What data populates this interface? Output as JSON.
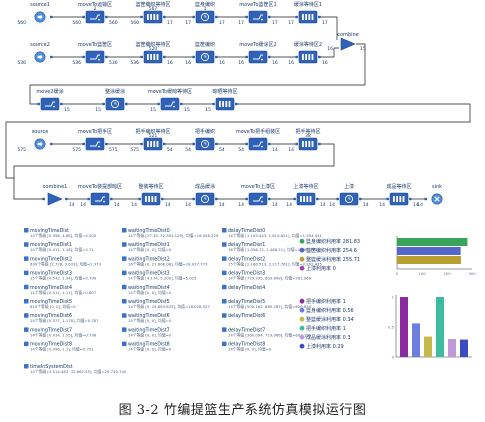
{
  "caption": "图 3-2 竹编提篮生产系统仿真模拟运行图",
  "rows": [
    {
      "blocks": [
        {
          "label": "source1",
          "kind": "source",
          "top": "",
          "left": "560",
          "right": ""
        },
        {
          "label": "moveTo运输区",
          "kind": "move",
          "top": "2",
          "left": "560",
          "right": "560"
        },
        {
          "label": "篮筐编织等待区",
          "kind": "queue",
          "top": "567",
          "left": "560",
          "right": "17"
        },
        {
          "label": "篮身编织",
          "kind": "delay",
          "top": "1",
          "left": "17",
          "right": "17"
        },
        {
          "label": "moveTo篮筐区1",
          "kind": "move",
          "top": "",
          "left": "17",
          "right": "17"
        },
        {
          "label": "缓涂等待区1",
          "kind": "queue",
          "top": "",
          "left": "17",
          "right": "17"
        }
      ]
    },
    {
      "blocks": [
        {
          "label": "source2",
          "kind": "source",
          "top": "",
          "left": "536",
          "right": ""
        },
        {
          "label": "moveTo篮筐区",
          "kind": "move",
          "top": "",
          "left": "536",
          "right": "536"
        },
        {
          "label": "篮筐编织等待区",
          "kind": "queue",
          "top": "520",
          "left": "536",
          "right": "16"
        },
        {
          "label": "篮筐编织",
          "kind": "delay",
          "top": "",
          "left": "16",
          "right": "16"
        },
        {
          "label": "moveTo缓涂区2",
          "kind": "move",
          "top": "",
          "left": "16",
          "right": "16"
        },
        {
          "label": "缓涂等待区2",
          "kind": "queue",
          "top": "",
          "left": "16",
          "right": "16"
        }
      ],
      "combine": {
        "label": "combine",
        "left": "16",
        "right": "15"
      }
    },
    {
      "blocks": [
        {
          "label": "move2缓涂",
          "kind": "move",
          "top": "",
          "left": "",
          "right": "15"
        },
        {
          "label": "整涂缓涂",
          "kind": "delay",
          "top": "",
          "left": "15",
          "right": ""
        },
        {
          "label": "moveTo缓晾等待区",
          "kind": "move",
          "top": "",
          "left": "15",
          "right": "15"
        },
        {
          "label": "晾晒等待区",
          "kind": "queue",
          "top": "",
          "left": "15",
          "right": ""
        }
      ]
    },
    {
      "blocks": [
        {
          "label": "source",
          "kind": "source",
          "top": "",
          "left": "575",
          "right": ""
        },
        {
          "label": "moveTo把手区",
          "kind": "move",
          "top": "",
          "left": "575",
          "right": "575"
        },
        {
          "label": "把手编织等待区",
          "kind": "queue",
          "top": "521",
          "left": "575",
          "right": "54"
        },
        {
          "label": "把手编织",
          "kind": "delay",
          "top": "",
          "left": "54",
          "right": "54"
        },
        {
          "label": "moveTo把手组装区",
          "kind": "move",
          "top": "",
          "left": "54",
          "right": "14"
        },
        {
          "label": "把手等待区",
          "kind": "queue",
          "top": "38",
          "left": "14",
          "right": ""
        }
      ]
    },
    {
      "blocks": [
        {
          "label": "combine1",
          "kind": "combine",
          "top": "",
          "left": "",
          "right": "14"
        },
        {
          "label": "moveTo装提部晾区",
          "kind": "move",
          "top": "",
          "left": "14",
          "right": "14"
        },
        {
          "label": "整装等待区",
          "kind": "queue",
          "top": "",
          "left": "14",
          "right": "14"
        },
        {
          "label": "成品缓涂",
          "kind": "delay",
          "top": "",
          "left": "14",
          "right": "14"
        },
        {
          "label": "moveTo上漆区",
          "kind": "move",
          "top": "",
          "left": "14",
          "right": "14"
        },
        {
          "label": "上漆等待区",
          "kind": "queue",
          "top": "",
          "left": "14",
          "right": "14"
        },
        {
          "label": "上漆",
          "kind": "delay",
          "top": "",
          "left": "14",
          "right": "14"
        },
        {
          "label": "成品等待区",
          "kind": "queue",
          "top": "",
          "left": "14",
          "right": "14"
        },
        {
          "label": "sink",
          "kind": "sink",
          "top": "",
          "left": "14",
          "right": ""
        }
      ]
    }
  ],
  "stats": {
    "col1": [
      {
        "name": "movingTimeDist",
        "value": "14个等级 [0.398, 4.86], 均值=4.205"
      },
      {
        "name": "movingTimeDist1",
        "value": "14个等级 [0.411, 1.18], 均值=0.71"
      },
      {
        "name": "movingTimeDist2",
        "value": "639个等级 [2.728, 3.633], 均值=2.373"
      },
      {
        "name": "movingTimeDist3",
        "value": "15个等级 [0.542, 1.34], 均值=0.799"
      },
      {
        "name": "movingTimeDist4",
        "value": "14个等级 [0.511, 1.11], 均值=0.807"
      },
      {
        "name": "movingTimeDist5",
        "value": "610个等级 [0, 0], 均值=0"
      },
      {
        "name": "movingTimeDist6",
        "value": "14个等级 [0.377, 1.178], 均值=0.787"
      },
      {
        "name": "movingTimeDist7",
        "value": "14个等级 [0.414, 1.05], 均值=0.736"
      },
      {
        "name": "movingTimeDist8",
        "value": "14个等级 [0.496, 1.1], 均值=0.701"
      }
    ],
    "col2": [
      {
        "name": "waitingTimeDist0",
        "value": "14个等级 [27.35, 32.393.129], 均值=16.058.329"
      },
      {
        "name": "waitingTimeDist1",
        "value": "14个等级 [0, 0], 均值=0"
      },
      {
        "name": "waitingTimeDist2",
        "value": "16个等级 [0, 21.866.08], 均值=18.937.773"
      },
      {
        "name": "waitingTimeDist3",
        "value": "14个等级 [4.174, 5.209], 均值=5.015"
      },
      {
        "name": "waitingTimeDist4",
        "value": "14个等级 [0, 0], 均值=0"
      },
      {
        "name": "waitingTimeDist5",
        "value": "14个等级 [0, 24.883.635], 均值=16.028.327"
      },
      {
        "name": "waitingTimeDist6",
        "value": "14个等级 [0, 0], 均值=0"
      },
      {
        "name": "waitingTimeDist7",
        "value": "14个等级 [0, 0], 均值=0"
      },
      {
        "name": "waitingTimeDist8",
        "value": "14个等级 [0, 0], 均值=0"
      }
    ],
    "col3": [
      {
        "name": "delayTimeDist0",
        "value": "14个等级 [1.193.443, 1.819.621], 均值=1.594.441"
      },
      {
        "name": "delayTimeDist1",
        "value": "16个等级 [1.056.72, 1.466.21], 均值=1.293.271"
      },
      {
        "name": "delayTimeDist2",
        "value": "15个等级 [2.186.513, 2.217.761], 均值=2.202.475"
      },
      {
        "name": "delayTimeDist3",
        "value": "14个等级 [723.335, 803.649], 均值=761.969"
      },
      {
        "name": "delayTimeDist4",
        "value": ""
      },
      {
        "name": "delayTimeDist5",
        "value": "14个等级 [505.162, 865.267], 均值=626.833"
      },
      {
        "name": "delayTimeDist6",
        "value": ""
      },
      {
        "name": "delayTimeDist7",
        "value": "14个等级 [360.094, 719.086], 均值=603.152"
      },
      {
        "name": "delayTimeDist8",
        "value": "14个等级 [0, 0], 均值=0"
      }
    ],
    "timeInSystem": {
      "name": "timeInSystemDist",
      "value": "14个等级 [4.514.463, 32.662.55], 均值=20.720.740"
    }
  },
  "chart_data": [
    {
      "type": "bar",
      "orientation": "horizontal",
      "series": [
        {
          "name": "篮身编织利用率",
          "value": 281.83,
          "color": "#3aa55a"
        },
        {
          "name": "篮筐编织利用率",
          "value": 254.6,
          "color": "#5566cc"
        },
        {
          "name": "整篮缓涂利用率",
          "value": 255.71,
          "color": "#b7a030"
        }
      ],
      "legend_extra": [
        {
          "name": "上漆利用率",
          "value": "0",
          "color": "#9a4aa6"
        }
      ],
      "xticks": [
        "0",
        "100",
        "200",
        "300"
      ],
      "xlim": [
        0,
        300
      ]
    },
    {
      "type": "bar",
      "categories": [
        "把手编织利用率",
        "篮身编织利用率",
        "整篮缓涂利用率",
        "把手编织利用率",
        "成品缓涂利用率",
        "上漆利用率"
      ],
      "values": [
        1,
        0.56,
        0.34,
        1,
        0.3,
        0.29
      ],
      "colors": [
        "#8a2ba0",
        "#6c7fe0",
        "#c6b84a",
        "#3ebca0",
        "#c09ad8",
        "#3a4bc4"
      ],
      "legend_values": [
        "1",
        "0.56",
        "0.34",
        "1",
        "0.3",
        "0.29"
      ],
      "yticks": [
        "0",
        "0.5",
        "1"
      ],
      "ylim": [
        0,
        1
      ]
    }
  ]
}
